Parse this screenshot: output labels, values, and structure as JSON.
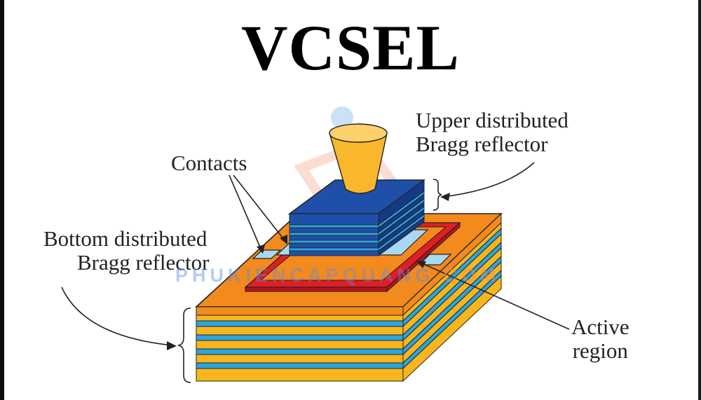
{
  "title": "VCSEL",
  "labels": {
    "upper_dbr": [
      "Upper distributed",
      "Bragg reflector"
    ],
    "contacts": "Contacts",
    "bottom_dbr": [
      "Bottom distributed",
      "Bragg reflector"
    ],
    "active_region": [
      "Active",
      "region"
    ]
  },
  "watermark": {
    "part_a": "PHUKIENCAPQUANG",
    "part_b": ".COM"
  },
  "colors": {
    "orange": "#F28A1E",
    "orange_dark": "#D9700F",
    "yellow": "#F8B61C",
    "cyan": "#2AA6DF",
    "blue": "#1F4FA8",
    "blue_dark": "#143A86",
    "red": "#E01E24",
    "light_blue": "#A9D8F2",
    "cup": "#F9B72B"
  }
}
